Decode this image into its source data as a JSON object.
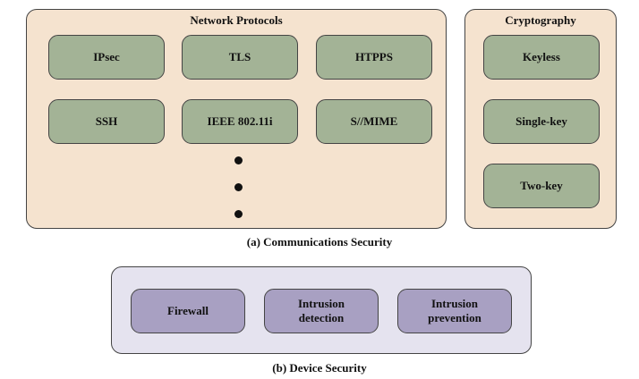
{
  "network_protocols": {
    "title": "Network Protocols",
    "items": [
      "IPsec",
      "TLS",
      "HTPPS",
      "SSH",
      "IEEE 802.11i",
      "S//MIME"
    ]
  },
  "cryptography": {
    "title": "Cryptography",
    "items": [
      "Keyless",
      "Single-key",
      "Two-key"
    ]
  },
  "captions": {
    "a": "(a) Communications Security",
    "b": "(b) Device Security"
  },
  "device_security": {
    "items": [
      {
        "line1": "Firewall",
        "line2": ""
      },
      {
        "line1": "Intrusion",
        "line2": "detection"
      },
      {
        "line1": "Intrusion",
        "line2": "prevention"
      }
    ]
  },
  "colors": {
    "panel_tan": "#f5e3cf",
    "panel_lavender": "#e5e3ef",
    "box_green": "#a3b396",
    "box_purple": "#a8a0c2",
    "border": "#444444"
  }
}
